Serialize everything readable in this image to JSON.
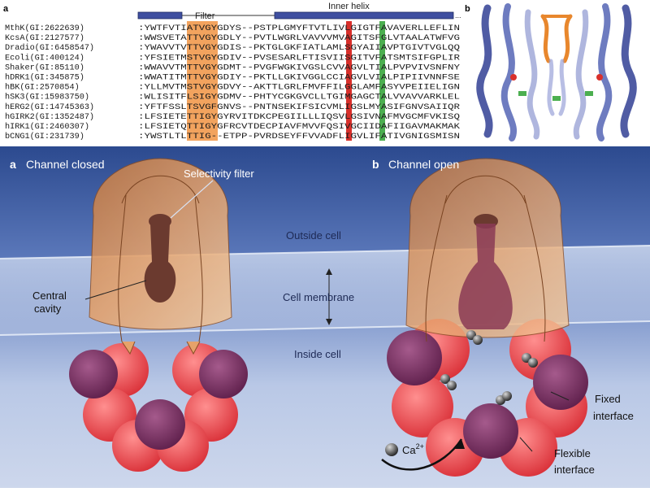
{
  "alignment": {
    "panel_letter": "a",
    "filter_label": "Filter",
    "helix_label": "Inner helix",
    "rows": [
      {
        "name": "MthK(GI:2622639)",
        "seq": ":YWTFVTIATVGYGDYS--PSTPLGMYFTVTLIVLGIGTFAVAVERLLEFLIN"
      },
      {
        "name": "KcsA(GI:2127577)",
        "seq": ":WWSVETATTVGYGDLY--PVTLWGRLVAVVVMVAGITSFGLVTAALATWFVG"
      },
      {
        "name": "Dradio(GI:6458547)",
        "seq": ":YWAVVTVTTVGYGDIS--PKTGLGKFIATLAMLSGYAIIAVPTGIVTVGLQQ"
      },
      {
        "name": "Ecoli(GI:400124)",
        "seq": ":YFSIETMSTVGYGDIV--PVSESARLFTISVIISGITVFATSMTSIFGPLIR"
      },
      {
        "name": "Shaker(GI:85110)",
        "seq": ":WWAVVTMTTVGYGDMT--PVGFWGKIVGSLCVVAGVLTIALPVPVIVSNFNY"
      },
      {
        "name": "hDRK1(GI:345875)",
        "seq": ":WWATITMTTVGYGDIY--PKTLLGKIVGGLCCIAGVLVIALPIPIIVNNFSE"
      },
      {
        "name": "hBK(GI:2570854)",
        "seq": ":YLLMVTMSTVGYGDVY--AKTTLGRLFMVFFILGGLAMFASYVPEIIELIGN"
      },
      {
        "name": "hSK3(GI:15983750)",
        "seq": ":WLISITFLSIGYGDMV--PHTYCGKGVCLLTGIMGAGCTALVVAVVARKLEL"
      },
      {
        "name": "hERG2(GI:14745363)",
        "seq": ":YFTFSSLTSVGFGNVS--PNTNSEKIFSICVMLIGSLMYASIFGNVSAIIQR"
      },
      {
        "name": "hGIRK2(GI:1352487)",
        "seq": ":LFSIETETTIGYGYRVITDKCPEGIILLLIQSVLGSIVNAFMVGCMFVKISQ"
      },
      {
        "name": "hIRK1(GI:2460307)",
        "seq": ":LFSIETQTTIGYGFRCVTDECPIAVFMVVFQSIVGCIIDAFIIGAVMAKMAK"
      },
      {
        "name": "bCNG1(GI:231739)",
        "seq": ":YWSTLTLTTIG--ETPP-PVRDSEYFFVVADFLIGVLIFATIVGNIGSMISN"
      }
    ]
  },
  "structure": {
    "panel_letter": "b"
  },
  "diagram": {
    "closed_letter": "a",
    "closed_title": "Channel closed",
    "open_letter": "b",
    "open_title": "Channel open",
    "selectivity_filter": "Selectivity filter",
    "outside_cell": "Outside cell",
    "cell_membrane": "Cell membrane",
    "inside_cell": "Inside cell",
    "central_cavity_1": "Central",
    "central_cavity_2": "cavity",
    "fixed_1": "Fixed",
    "fixed_2": "interface",
    "flexible_1": "Flexible",
    "flexible_2": "interface",
    "ca_ion": "Ca",
    "ca_charge": "2+"
  },
  "colors": {
    "filter_highlight": "#f2a35e",
    "glycine_highlight": "#d9302b",
    "alanine_highlight": "#4caf50",
    "helix_bar": "#3f4fa0",
    "background_top": "#2c4a8f",
    "background_bottom": "#b9c8e6",
    "ring_red": "#e0434a",
    "ring_purple": "#7a2f63"
  }
}
